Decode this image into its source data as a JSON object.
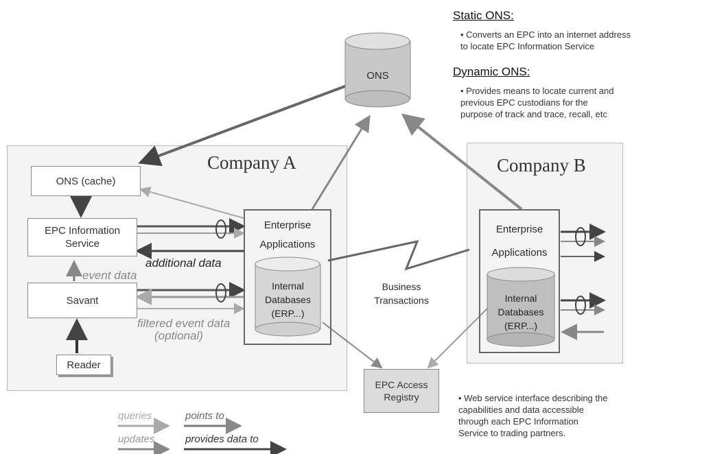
{
  "static_ons": {
    "heading": "Static ONS:",
    "lines": [
      "• Converts an EPC into an internet address",
      "to locate EPC Information Service"
    ]
  },
  "dynamic_ons": {
    "heading": "Dynamic ONS:",
    "lines": [
      "• Provides means to locate current and",
      "previous EPC custodians for the",
      "purpose of track and trace, recall, etc"
    ]
  },
  "ons": {
    "label": "ONS"
  },
  "company_a": {
    "title": "Company A",
    "ons_cache": "ONS (cache)",
    "epc_is_line1": "EPC Information",
    "epc_is_line2": "Service",
    "savant": "Savant",
    "reader": "Reader",
    "enterprise_line1": "Enterprise",
    "enterprise_line2": "Applications",
    "db_lines": [
      "Internal",
      "Databases",
      "(ERP...)"
    ],
    "additional_data": "additional data",
    "event_data": "event data",
    "filtered_line1": "filtered event data",
    "filtered_line2": "(optional)"
  },
  "company_b": {
    "title": "Company B",
    "enterprise_line1": "Enterprise",
    "enterprise_line2": "Applications",
    "db_lines": [
      "Internal",
      "Databases",
      "(ERP...)"
    ]
  },
  "business": {
    "line1": "Business",
    "line2": "Transactions"
  },
  "registry": {
    "line1": "EPC Access",
    "line2": "Registry"
  },
  "registry_note": {
    "lines": [
      "• Web service interface describing the",
      "capabilities and data accessible",
      "through each EPC Information",
      "Service to trading partners."
    ]
  },
  "legend": {
    "queries": "queries",
    "points_to": "points to",
    "updates": "updates",
    "provides_data_to": "provides data to"
  }
}
